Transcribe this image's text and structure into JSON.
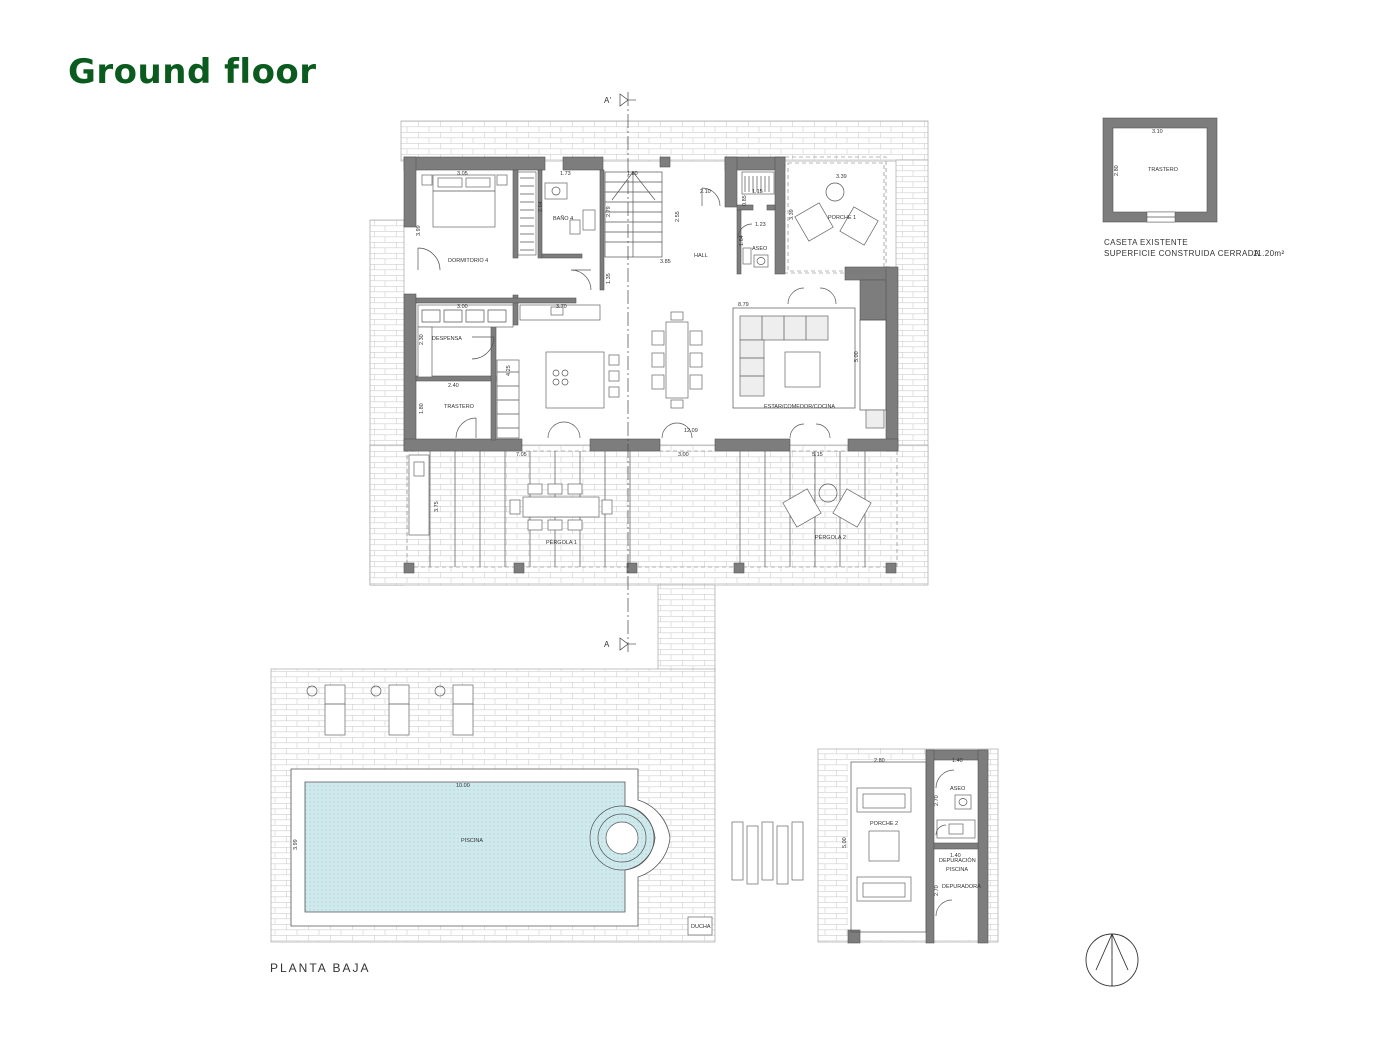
{
  "title": "Ground floor",
  "colors": {
    "title": "#0b5b1e",
    "pool": "#cfe9ec",
    "wall": "#7d7d7d",
    "line": "#555555"
  },
  "plan": {
    "name": "PLANTA BAJA",
    "section_marks": {
      "upper": "A'",
      "lower": "A"
    },
    "rooms": {
      "dormitorio": "DORMITORIO 4",
      "bano": "BAÑO 4",
      "hall": "HALL",
      "aseo": "ASEO",
      "porche1": "PORCHE 1",
      "despensa": "DESPENSA",
      "trastero": "TRASTERO",
      "estar": "ESTAR/COMEDOR/COCINA",
      "pergola1": "PÉRGOLA 1",
      "pergola2": "PÉRGOLA 2",
      "piscina": "PISCINA",
      "ducha": "DUCHA",
      "porche2": "PORCHE 2",
      "aseo2": "ASEO",
      "depuracion_1": "DEPURACIÓN",
      "depuracion_2": "PISCINA",
      "depuradora": "DEPURADORA",
      "trastero_caseta": "TRASTERO"
    },
    "dims": {
      "d_305": "3.05",
      "d_173": "1.73",
      "d_180a": "1.80",
      "d_210": "2.10",
      "d_115": "1.15",
      "d_339a": "3.39",
      "d_264": "2.64",
      "d_279": "2.79",
      "d_255": "2.55",
      "d_085": "0.85",
      "d_123": "1.23",
      "d_339b": "3.39",
      "d_164": "1.64",
      "d_399": "3.99",
      "d_385": "3.85",
      "d_135": "1.35",
      "d_300a": "3.00",
      "d_370": "3.70",
      "d_879": "8.79",
      "d_230": "2.30",
      "d_425": "4.25",
      "d_500a": "5.00",
      "d_240": "2.40",
      "d_180b": "1.80",
      "d_1209": "12.09",
      "d_705": "7.05",
      "d_300b": "3.00",
      "d_515": "5.15",
      "d_375": "3.75",
      "d_1000": "10.00",
      "d_399p": "3.99",
      "d_280": "2.80",
      "d_140a": "1.40",
      "d_270a": "2.70",
      "d_500b": "5.00",
      "d_140b": "1.40",
      "d_270b": "2.70",
      "d_310": "3.10",
      "d_280c": "2.80"
    }
  },
  "caseta": {
    "line1": "CASETA EXISTENTE",
    "line2": "SUPERFICIE CONSTRUIDA CERRADA",
    "area": "11.20m²"
  }
}
